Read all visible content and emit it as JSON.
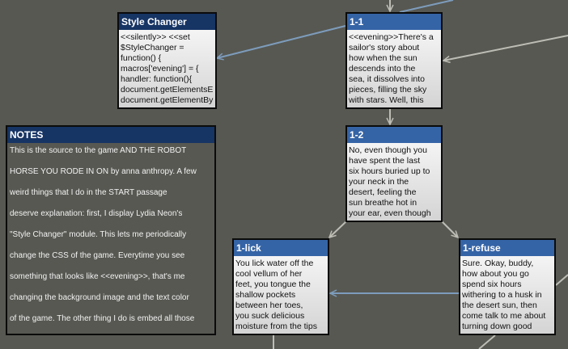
{
  "colors": {
    "background": "#575852",
    "header_blue": "#3564a6",
    "header_navy": "#163464",
    "link_gray": "#bdbdb5",
    "link_blue": "#7d9cbc"
  },
  "passages": [
    {
      "id": "style-changer",
      "title": "Style Changer",
      "excerpt": "<<silently>> <<set\n$StyleChanger =\nfunction() {\nmacros['evening'] = {\nhandler: function(){\ndocument.getElementsE\ndocument.getElementBy"
    },
    {
      "id": "1-1",
      "title": "1-1",
      "excerpt": "<<evening>>There's a\nsailor's story about\nhow when the sun\ndescends into the\nsea, it dissolves into\npieces, filling the sky\nwith stars. Well, this"
    },
    {
      "id": "1-2",
      "title": "1-2",
      "excerpt": "No, even though you\nhave spent the last\nsix hours buried up to\nyour neck in the\ndesert, feeling the\nsun breathe hot in\nyour ear, even though"
    },
    {
      "id": "1-lick",
      "title": "1-lick",
      "excerpt": "You lick water off the\ncool vellum of her\nfeet, you tongue the\nshallow pockets\nbetween her toes,\nyou suck delicious\nmoisture from the tips"
    },
    {
      "id": "1-refuse",
      "title": "1-refuse",
      "excerpt": "Sure. Okay, buddy,\nhow about you go\nspend six hours\nwithering to a husk in\nthe desert sun, then\ncome talk to me about\nturning down good"
    }
  ],
  "notes": {
    "title": "NOTES",
    "text": "This is the source to the game AND THE ROBOT\nHORSE YOU RODE IN ON by anna anthropy. A few\nweird things that I do in the START passage\ndeserve explanation: first, I display Lydia Neon's\n\"Style Changer\" module. This lets me periodically\nchange the CSS of the game. Everytime you see\nsomething that looks like <<evening>>, that's me\nchanging the background image and the text color\nof the game. The other thing I do is embed all those"
  }
}
